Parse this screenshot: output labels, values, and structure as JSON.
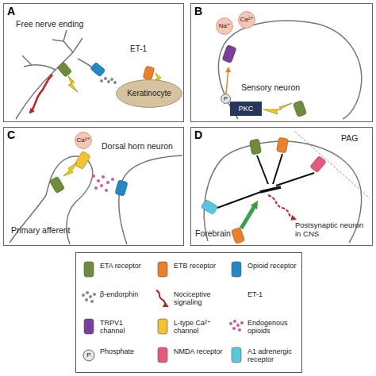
{
  "diagram": {
    "nodes": [
      {
        "text": [
          "A"
        ]
      },
      {
        "text": [
          "Keratinocyte"
        ],
        "in": 0
      },
      {
        "text": [
          "B"
        ]
      },
      {
        "text": [
          "Na⁺"
        ],
        "in": 2
      },
      {
        "text": [
          "Ca²⁺"
        ],
        "in": 2
      },
      {
        "text": [
          "P"
        ],
        "in": 2
      },
      {
        "text": [
          "PKC"
        ],
        "in": 2
      },
      {
        "text": [
          "C"
        ]
      },
      {
        "text": [
          "Ca²⁺"
        ],
        "in": 7
      },
      {
        "text": [
          "D"
        ]
      }
    ],
    "labels": [
      "Free nerve ending",
      "ET-1",
      "Sensory neuron",
      "Dorsal horn neuron",
      "Primary afferent",
      "PAG",
      "Forebrain",
      "Postsynaptic neuron in CNS",
      "P"
    ],
    "legend": [
      {
        "text": "ETA receptor",
        "color": "#6e8c3a"
      },
      {
        "text": "ETB receptor",
        "color": "#ec7f2a"
      },
      {
        "text": "Opioid receptor",
        "color": "#2389c6"
      },
      {
        "text": "β-endorphin"
      },
      {
        "text": "Nociceptive signaling"
      },
      {
        "text": "ET-1"
      },
      {
        "text": "TRPV1 channel",
        "color": "#7a3e9d"
      },
      {
        "text": "L-type Ca²⁺ channel",
        "color": "#f2c230"
      },
      {
        "text": "Endogenous opioids"
      },
      {
        "text": "Phosphate"
      },
      {
        "text": "NMDA receptor",
        "color": "#e8577e"
      },
      {
        "text": "A1 adrenergic receptor",
        "color": "#58c6df"
      }
    ]
  }
}
